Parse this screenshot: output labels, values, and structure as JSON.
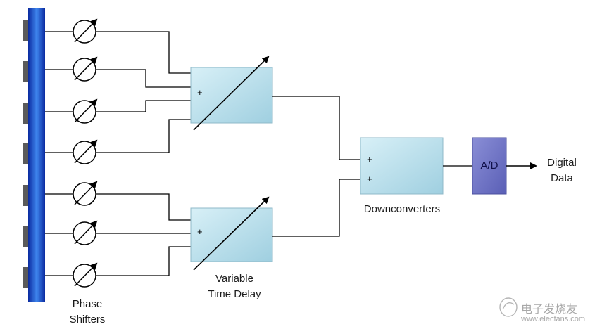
{
  "labels": {
    "phase_shifters": [
      "Phase",
      "Shifters"
    ],
    "variable_time_delay": [
      "Variable",
      "Time Delay"
    ],
    "downconverters": "Downconverters",
    "ad": "A/D",
    "digital_data": [
      "Digital",
      "Data"
    ],
    "plus": "+"
  },
  "watermark": {
    "cn": "电子发烧友",
    "url": "www.elecfans.com"
  },
  "icons": {
    "phase_shifter": "phase-shifter-symbol",
    "variable_arrow": "variable-diagonal-arrow",
    "watermark_logo": "elecfans-logo"
  },
  "colors": {
    "antenna_bar_dark": "#0b2ca8",
    "antenna_bar_light": "#4a8ff0",
    "element_tab": "#5a5a5a",
    "delay_box_fill": "#bfe3ef",
    "downconverter_fill": "#bfe3ef",
    "ad_fill": "#6f73c4",
    "line": "#000000"
  }
}
